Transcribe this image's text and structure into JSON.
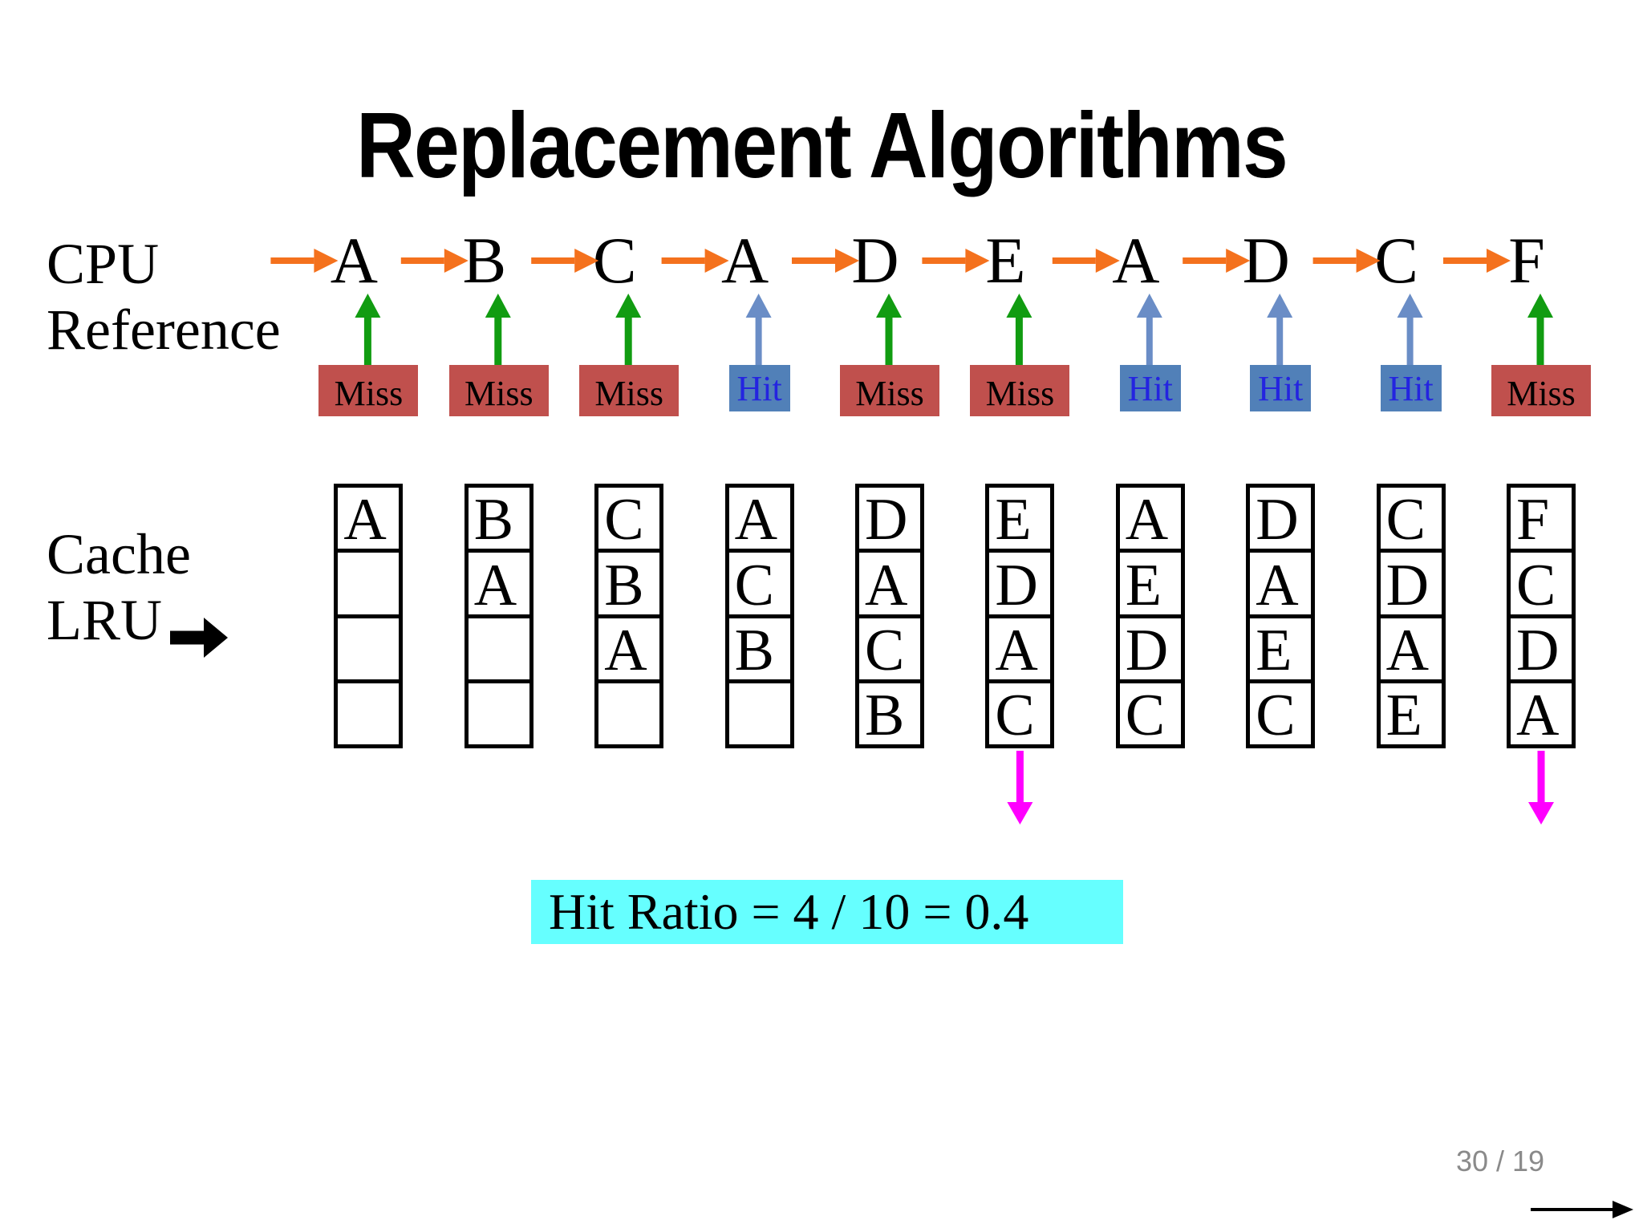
{
  "title": "Replacement Algorithms",
  "labels": {
    "cpu_line1": "CPU",
    "cpu_line2": "Reference",
    "cache_line1": "Cache",
    "cache_line2": "LRU"
  },
  "sequence": [
    {
      "letter": "A",
      "result": "Miss"
    },
    {
      "letter": "B",
      "result": "Miss"
    },
    {
      "letter": "C",
      "result": "Miss"
    },
    {
      "letter": "A",
      "result": "Hit"
    },
    {
      "letter": "D",
      "result": "Miss"
    },
    {
      "letter": "E",
      "result": "Miss"
    },
    {
      "letter": "A",
      "result": "Hit"
    },
    {
      "letter": "D",
      "result": "Hit"
    },
    {
      "letter": "C",
      "result": "Hit"
    },
    {
      "letter": "F",
      "result": "Miss"
    }
  ],
  "cache": {
    "columns": [
      {
        "cells": [
          "A",
          "",
          "",
          ""
        ],
        "evicted": false
      },
      {
        "cells": [
          "B",
          "A",
          "",
          ""
        ],
        "evicted": false
      },
      {
        "cells": [
          "C",
          "B",
          "A",
          ""
        ],
        "evicted": false
      },
      {
        "cells": [
          "A",
          "C",
          "B",
          ""
        ],
        "evicted": false
      },
      {
        "cells": [
          "D",
          "A",
          "C",
          "B"
        ],
        "evicted": false
      },
      {
        "cells": [
          "E",
          "D",
          "A",
          "C"
        ],
        "evicted": true
      },
      {
        "cells": [
          "A",
          "E",
          "D",
          "C"
        ],
        "evicted": false
      },
      {
        "cells": [
          "D",
          "A",
          "E",
          "C"
        ],
        "evicted": false
      },
      {
        "cells": [
          "C",
          "D",
          "A",
          "E"
        ],
        "evicted": false
      },
      {
        "cells": [
          "F",
          "C",
          "D",
          "A"
        ],
        "evicted": true
      }
    ]
  },
  "hit_ratio": "Hit Ratio = 4 / 10 = 0.4",
  "page_number": "30 / 19",
  "colors": {
    "flow_arrow_orange": "#F4711D",
    "miss_box_red": "#C0504D",
    "miss_text": "#000000",
    "hit_box_blue": "#5180B8",
    "hit_text_blue": "#2424E0",
    "miss_arrow_green": "#119C11",
    "hit_arrow_blue": "#6A8DC6",
    "evict_arrow_magenta": "#FF00FF",
    "banner_cyan": "#66FFFF",
    "page_number_gray": "#8A8A8A",
    "ink_black": "#000000"
  }
}
